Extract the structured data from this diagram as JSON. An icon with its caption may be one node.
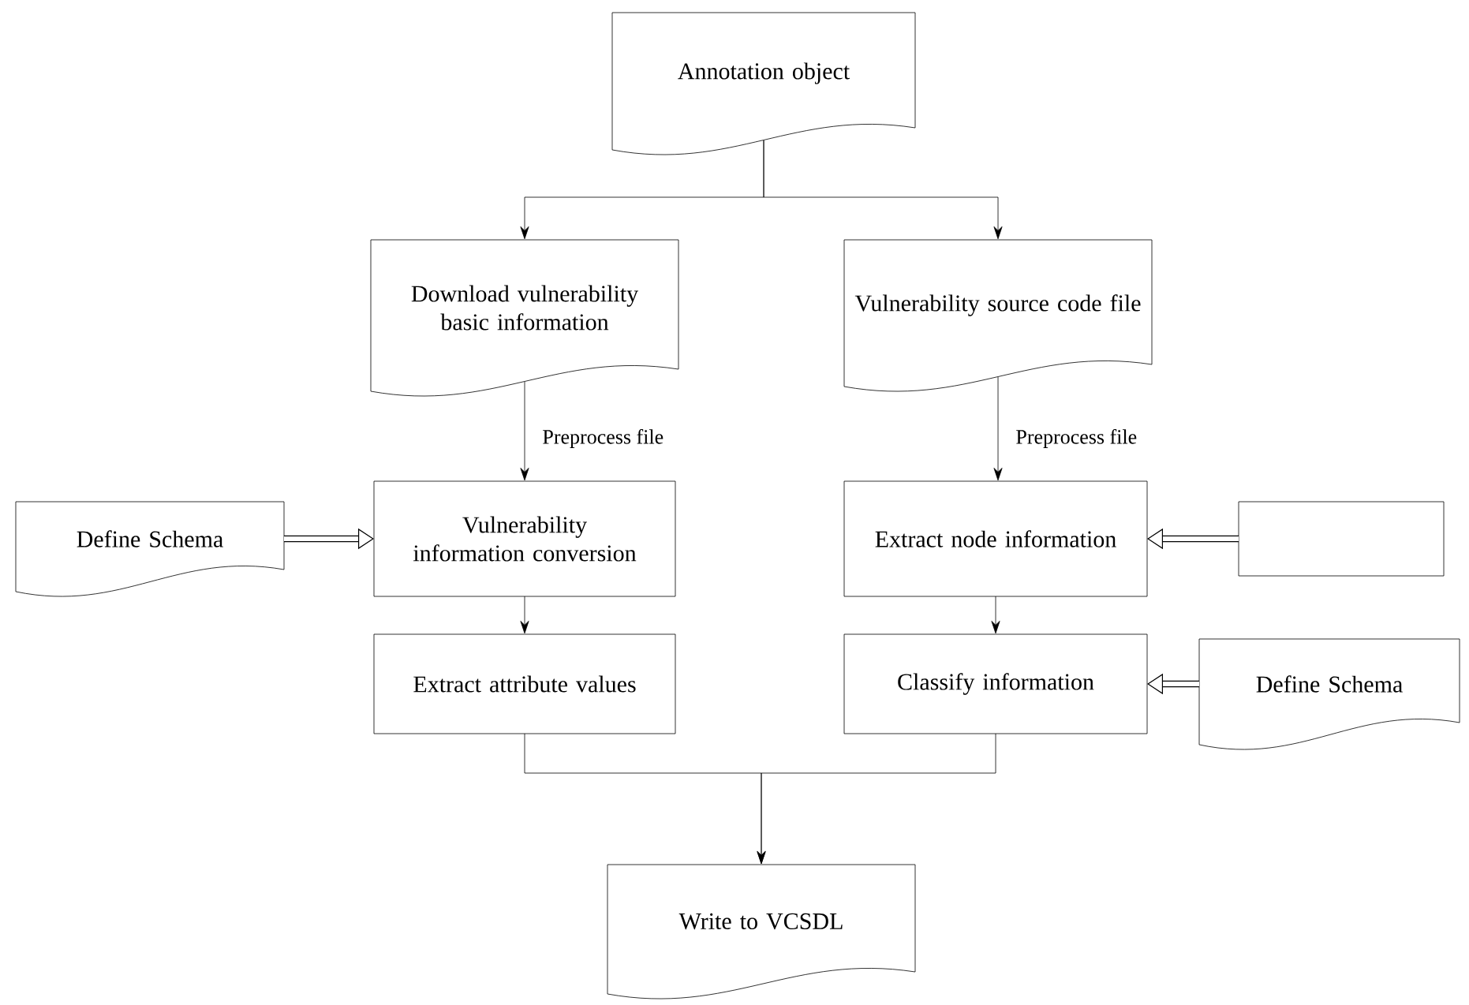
{
  "diagram": {
    "nodes": [
      {
        "text": [
          "Annotation object"
        ]
      },
      {
        "text": [
          "Download vulnerability basic information"
        ]
      },
      {
        "text": [
          "Vulnerability source code file"
        ]
      },
      {
        "text": [
          "Vulnerability information conversion"
        ]
      },
      {
        "text": [
          "Extract attribute values"
        ]
      },
      {
        "text": [
          "Extract node information"
        ]
      },
      {
        "text": [
          "Classify information"
        ]
      },
      {
        "text": [
          "Define Schema"
        ]
      },
      {
        "text": [],
        "shape": "box"
      },
      {
        "text": [
          "Define Schema"
        ]
      },
      {
        "text": [
          "Write to VCSDL"
        ]
      }
    ],
    "edges": [
      {
        "from": 0,
        "to": 1,
        "arrow": "to"
      },
      {
        "from": 0,
        "to": 2,
        "arrow": "to"
      },
      {
        "from": 1,
        "to": 3,
        "arrow": "to",
        "label": "Preprocess file"
      },
      {
        "from": 2,
        "to": 5,
        "arrow": "to",
        "label": "Preprocess file"
      },
      {
        "from": 7,
        "to": 3,
        "arrow": "to",
        "style": "thick"
      },
      {
        "from": 3,
        "to": 4,
        "arrow": "to"
      },
      {
        "from": 8,
        "to": 5,
        "arrow": "to",
        "style": "thick"
      },
      {
        "from": 5,
        "to": 6,
        "arrow": "to"
      },
      {
        "from": 9,
        "to": 6,
        "arrow": "to",
        "style": "thick"
      },
      {
        "from": 4,
        "to": 10,
        "arrow": "to"
      },
      {
        "from": 6,
        "to": 10,
        "arrow": "to"
      }
    ]
  }
}
